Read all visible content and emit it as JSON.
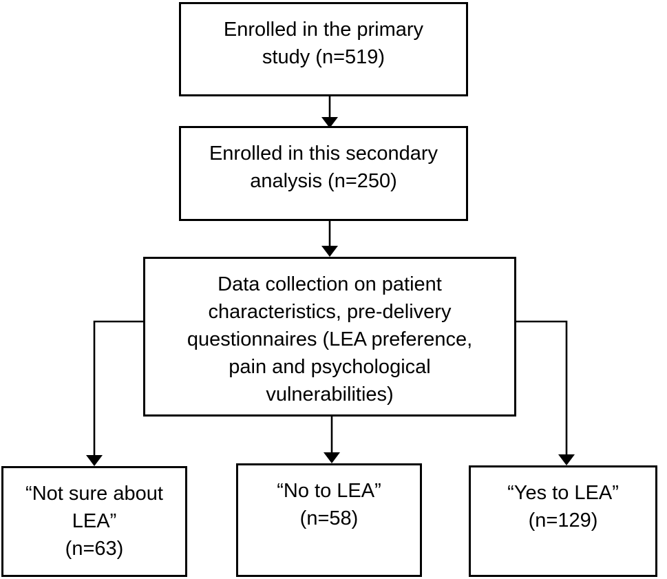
{
  "figure": {
    "kind": "study-flow-diagram",
    "background_color": "#ffffff",
    "line_color": "#000000",
    "text_color": "#000000",
    "nodes": {
      "primary": "Enrolled in the primary\nstudy (n=519)",
      "secondary": "Enrolled in this secondary\nanalysis (n=250)",
      "data_collection": "Data collection on patient\ncharacteristics, pre-delivery\nquestionnaires (LEA preference,\npain and psychological\nvulnerabilities)",
      "not_sure": "“Not sure about\nLEA”\n(n=63)",
      "no_lea": "“No to LEA”\n(n=58)",
      "yes_lea": "“Yes to LEA”\n(n=129)"
    },
    "counts": {
      "primary": 519,
      "secondary": 250,
      "not_sure": 63,
      "no_lea": 58,
      "yes_lea": 129
    },
    "edges": [
      {
        "from": "primary",
        "to": "secondary"
      },
      {
        "from": "secondary",
        "to": "data_collection"
      },
      {
        "from": "data_collection",
        "to": "not_sure"
      },
      {
        "from": "data_collection",
        "to": "no_lea"
      },
      {
        "from": "data_collection",
        "to": "yes_lea"
      }
    ]
  }
}
